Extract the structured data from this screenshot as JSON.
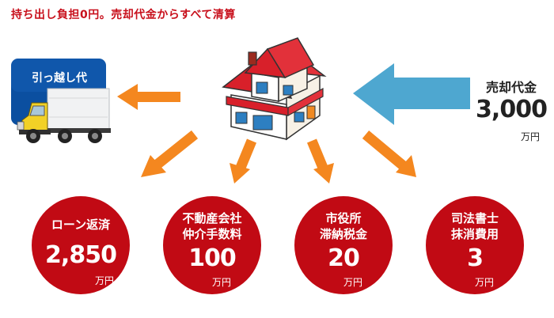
{
  "headline": "持ち出し負担0円。売却代金からすべて清算",
  "moving": {
    "label": "引っ越し代"
  },
  "sale": {
    "label": "売却代金",
    "amount": "3,000",
    "unit": "万円"
  },
  "costs": [
    {
      "title_lines": [
        "ローン返済"
      ],
      "amount": "2,850",
      "unit": "万円"
    },
    {
      "title_lines": [
        "不動産会社",
        "仲介手数料"
      ],
      "amount": "100",
      "unit": "万円"
    },
    {
      "title_lines": [
        "市役所",
        "滞納税金"
      ],
      "amount": "20",
      "unit": "万円"
    },
    {
      "title_lines": [
        "司法書士",
        "抹消費用"
      ],
      "amount": "3",
      "unit": "万円"
    }
  ],
  "colors": {
    "headline": "#c8101c",
    "cost_circle": "#c10a14",
    "outflow_arrow": "#f4871f",
    "inflow_arrow": "#4ea7d0",
    "moving_box": "#0b4fa0"
  }
}
